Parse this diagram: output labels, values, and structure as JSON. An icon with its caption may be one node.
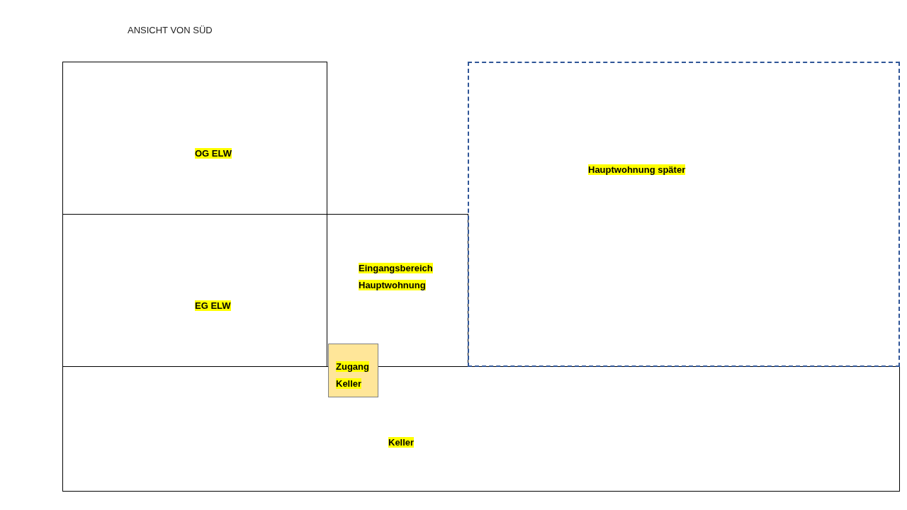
{
  "diagram": {
    "title": "ANSICHT VON SÜD",
    "nodes": [
      {
        "text": [
          "OG ELW"
        ]
      },
      {
        "text": [
          "EG ELW"
        ]
      },
      {
        "text": [
          "Eingangsbereich Hauptwohnung"
        ]
      },
      {
        "text": [
          "Hauptwohnung später"
        ]
      },
      {
        "text": [
          "Keller"
        ]
      },
      {
        "text": [
          "Zugang Keller"
        ]
      }
    ]
  }
}
